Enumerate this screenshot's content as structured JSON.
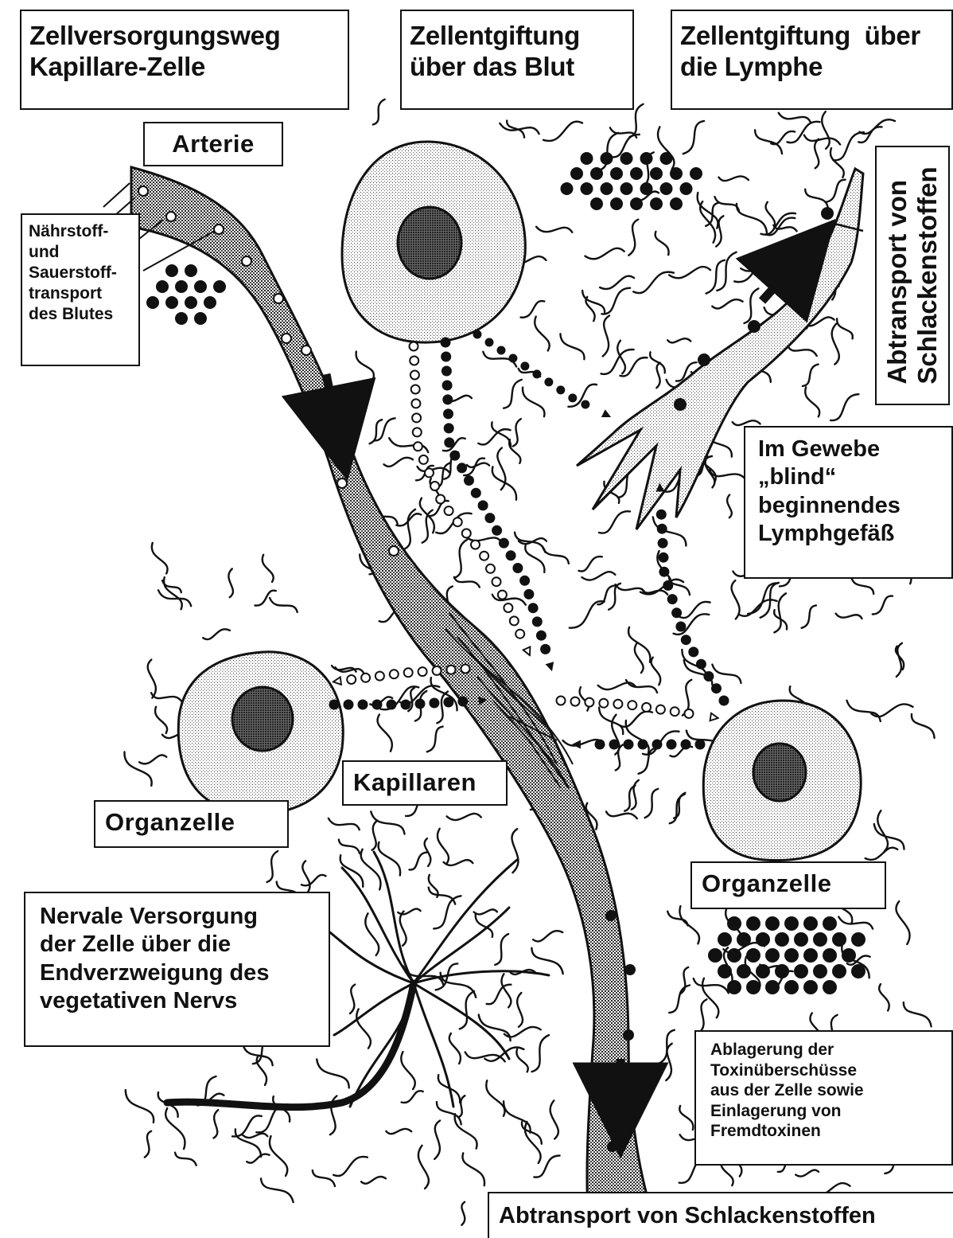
{
  "header": {
    "zellversorgung": [
      "Zellversorgungsweg",
      "Kapillare-Zelle"
    ],
    "blut": [
      "Zellentgiftung",
      "über das Blut"
    ],
    "lymphe": [
      "Zellentgiftung  über",
      "die Lymphe"
    ]
  },
  "labels": {
    "arterie": "Arterie",
    "naehrstoff": [
      "Nährstoff-",
      "und",
      "Sauerstoff-",
      "transport",
      "des Blutes"
    ],
    "abtransport_vertical": [
      "Abtransport von",
      "Schlackenstoffen"
    ],
    "lymphgefaess": [
      "Im Gewebe",
      "„blind“",
      "beginnendes",
      "Lymphgefäß"
    ],
    "kapillaren": "Kapillaren",
    "organzelle_left": "Organzelle",
    "organzelle_right": "Organzelle",
    "nervale": [
      "Nervale Versorgung",
      "der Zelle über die",
      "Endverzweigung des",
      "vegetativen Nervs"
    ],
    "ablagerung": [
      "Ablagerung der",
      "Toxinüberschüsse",
      "aus der Zelle sowie",
      "Einlagerung von",
      "Fremdtoxinen"
    ],
    "abtransport_bottom": "Abtransport von Schlackenstoffen"
  },
  "colors": {
    "ink": "#111111",
    "paper": "#ffffff",
    "stipple_dark": "#555555",
    "stipple_light": "#9a9a9a"
  }
}
